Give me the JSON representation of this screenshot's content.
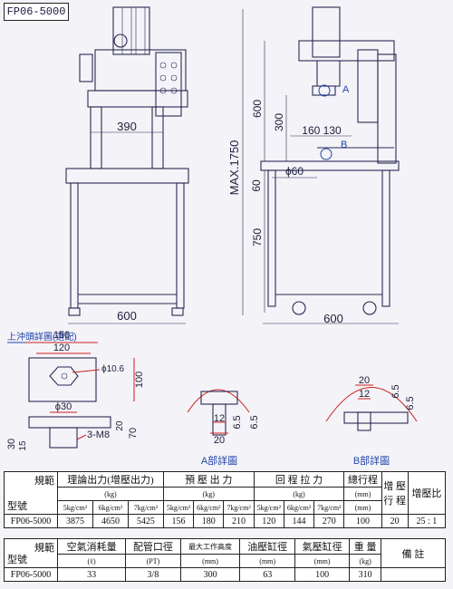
{
  "model_box": "FP06-5000",
  "front_view": {
    "dim_390": "390",
    "dim_600": "600"
  },
  "side_view": {
    "max_height": "MAX.1750",
    "dim_600_v": "600",
    "dim_300": "300",
    "dim_750": "750",
    "dim_60": "60",
    "dim_160_130": "160  130",
    "dia_60": "ϕ60",
    "label_a": "A",
    "label_b": "B",
    "dim_600_h": "600"
  },
  "detail_upper": {
    "title": "上沖頭詳圖(選配)",
    "dim_150": "150",
    "dim_120": "120",
    "dia_10_6": "ϕ10.6",
    "dim_100": "100",
    "dia_30": "ϕ30",
    "thread": "3-M8",
    "dim_30": "30",
    "dim_15": "15",
    "dim_20": "20",
    "dim_70": "70"
  },
  "detail_a": {
    "title": "A部詳圖",
    "dim_12": "12",
    "dim_20": "20",
    "dim_6_5a": "6.5",
    "dim_6_5b": "6.5"
  },
  "detail_b": {
    "title": "B部詳圖",
    "dim_20": "20",
    "dim_12": "12",
    "dim_6_5a": "6.5",
    "dim_6_5b": "6.5"
  },
  "table1": {
    "spec": "規範",
    "model": "型號",
    "theory": "理論出力(增壓出力)",
    "theory_unit": "(kg)",
    "preload": "預 壓 出 力",
    "preload_unit": "(kg)",
    "return": "回 程 拉 力",
    "return_unit": "(kg)",
    "stroke": "總行程",
    "stroke_unit": "(mm)",
    "boost_stroke": "增 壓 行 程",
    "boost_unit": "(mm)",
    "ratio": "增壓比",
    "p5": "5kg/cm²",
    "p6": "6kg/cm²",
    "p7": "7kg/cm²",
    "row": [
      "FP06-5000",
      "3875",
      "4650",
      "5425",
      "156",
      "180",
      "210",
      "120",
      "144",
      "270",
      "100",
      "20",
      "25 : 1"
    ]
  },
  "table2": {
    "spec": "規範",
    "model": "型號",
    "air": "空氣消耗量",
    "air_unit": "(ℓ)",
    "port": "配管口徑",
    "port_unit": "(PT)",
    "height": "最大工作高度",
    "height_unit": "(mm)",
    "oil": "油壓缸徑",
    "oil_unit": "(mm)",
    "gas": "氣壓缸徑",
    "gas_unit": "(mm)",
    "weight": "重 量",
    "weight_unit": "(kg)",
    "note": "備 註",
    "row": [
      "FP06-5000",
      "33",
      "3/8",
      "300",
      "63",
      "100",
      "310",
      ""
    ]
  }
}
